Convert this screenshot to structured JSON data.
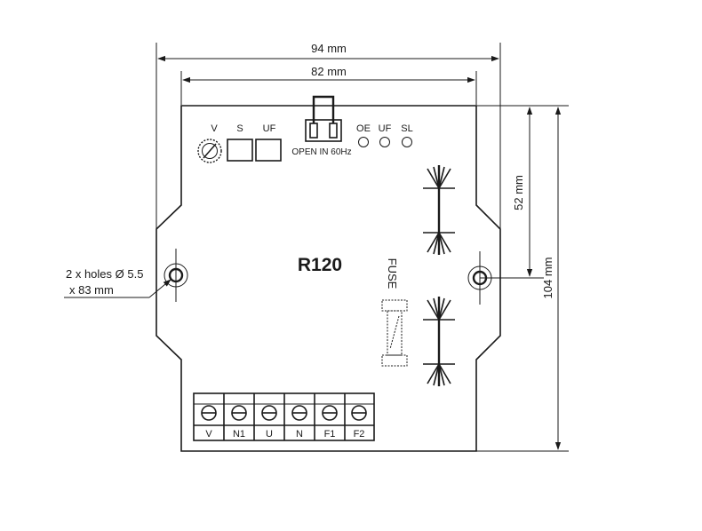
{
  "dimensions": {
    "overall_width": "94 mm",
    "inner_width": "82 mm",
    "hole_offset_height": "52 mm",
    "overall_height": "104 mm"
  },
  "mounting_holes": {
    "line1": "2 x holes Ø 5.5",
    "line2": "x 83 mm"
  },
  "board": {
    "model": "R120",
    "fuse_label": "FUSE"
  },
  "adjustments": {
    "pot_v": "V",
    "switch_s": "S",
    "switch_uf": "UF"
  },
  "jumper": {
    "label": "OPEN IN 60Hz"
  },
  "leds": [
    "OE",
    "UF",
    "SL"
  ],
  "terminals": [
    "V",
    "N1",
    "U",
    "N",
    "F1",
    "F2"
  ]
}
